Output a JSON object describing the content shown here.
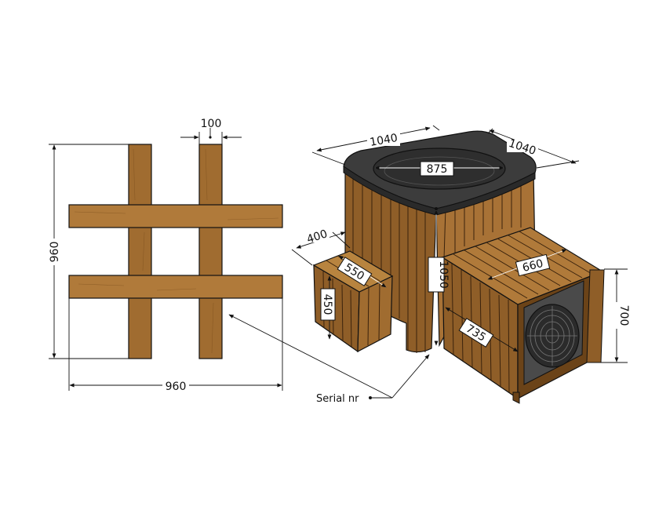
{
  "colors": {
    "wood_light": "#b07a3a",
    "wood_mid": "#8f5e28",
    "wood_dark": "#6b4318",
    "lid": "#3c3c3c",
    "lid_rim": "#2a2a2a",
    "fan_body": "#4a4a4a",
    "line": "#111111",
    "background": "#ffffff"
  },
  "plan_view": {
    "width_label": "960",
    "height_label": "960",
    "beam_label": "100"
  },
  "iso_view": {
    "tub_width_left_label": "1040",
    "tub_width_right_label": "1040",
    "tub_opening_label": "875",
    "tub_height_label": "1050",
    "step_depth_label": "400",
    "step_length_label": "550",
    "step_height_label": "450",
    "heater_width_label": "660",
    "heater_depth_label": "735",
    "heater_height_label": "700",
    "serial_label": "Serial nr"
  },
  "icons": [
    "heat-pump-fan-icon"
  ]
}
